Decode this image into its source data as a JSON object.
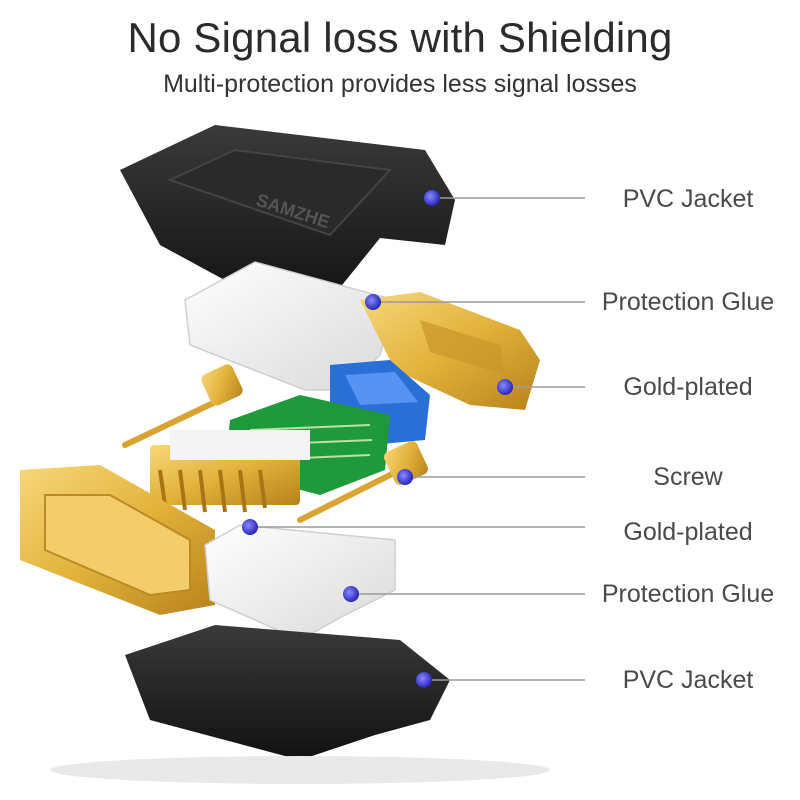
{
  "header": {
    "title": "No Signal loss with Shielding",
    "subtitle": "Multi-protection provides less signal losses"
  },
  "brand_logo_text": "SAMZHE",
  "callouts": [
    {
      "label": "PVC Jacket"
    },
    {
      "label": "Protection Glue"
    },
    {
      "label": "Gold-plated"
    },
    {
      "label": "Screw"
    },
    {
      "label": "Gold-plated"
    },
    {
      "label": "Protection Glue"
    },
    {
      "label": "PVC Jacket"
    }
  ],
  "colors": {
    "leader_line": "#9a9a9a",
    "marker_dot": "#3b3bd6",
    "gold": "#e2b23a",
    "jacket": "#1c1c1c",
    "glue": "#f2f2f2",
    "pcb_green": "#1e9a3c",
    "blue_block": "#2a6fd6"
  }
}
